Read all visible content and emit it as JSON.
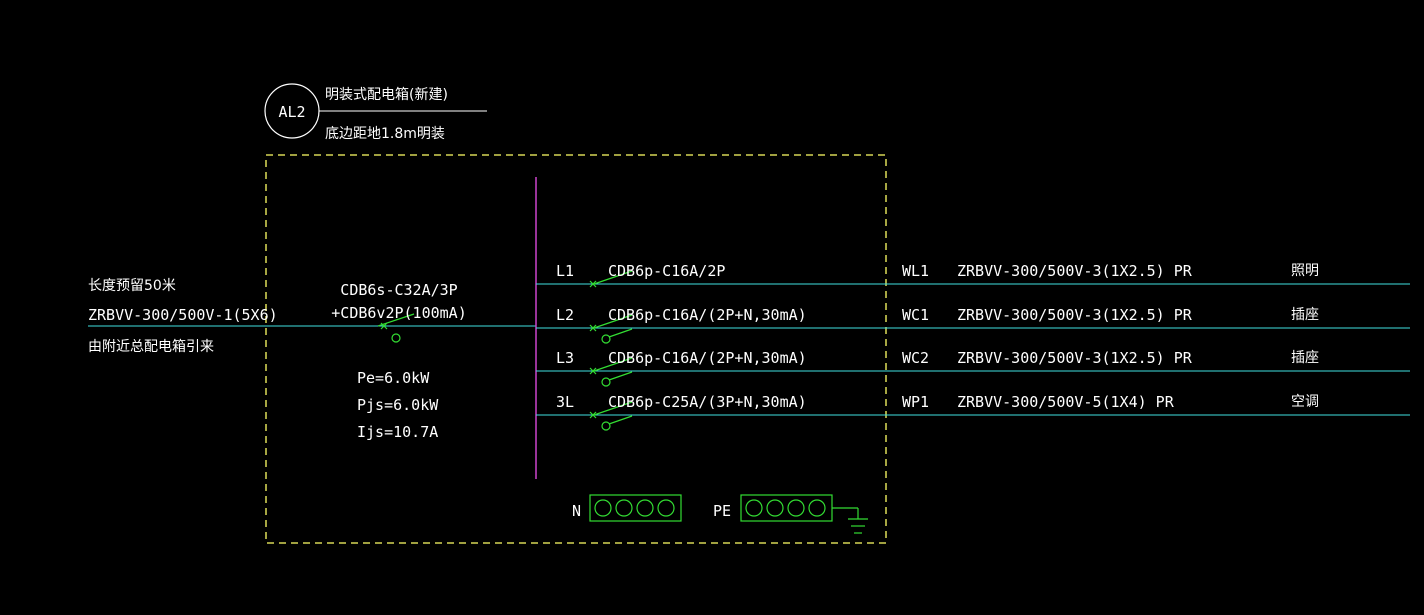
{
  "colors": {
    "background": "#000000",
    "text": "#ffffff",
    "frame": "#ffff66",
    "line": "#40e0e0",
    "bus": "#cc44cc",
    "breaker": "#33dd33",
    "terminal": "#33dd33"
  },
  "panel": {
    "id": "AL2",
    "type": "明装式配电箱(新建)",
    "mounting": "底边距地1.8m明装"
  },
  "incoming": {
    "length": "长度预留50米",
    "cable": "ZRBVV-300/500V-1(5X6)",
    "source": "由附近总配电箱引来",
    "breaker_line1": "CDB6s-C32A/3P",
    "breaker_line2": "+CDB6v2P(100mA)",
    "pe": "Pe=6.0kW",
    "pjs": "Pjs=6.0kW",
    "ijs": "Ijs=10.7A"
  },
  "circuits": [
    {
      "phase": "L1",
      "breaker": "CDB6p-C16A/2P",
      "id": "WL1",
      "cable": "ZRBVV-300/500V-3(1X2.5) PR",
      "use": "照明"
    },
    {
      "phase": "L2",
      "breaker": "CDB6p-C16A/(2P+N,30mA)",
      "id": "WC1",
      "cable": "ZRBVV-300/500V-3(1X2.5) PR",
      "use": "插座"
    },
    {
      "phase": "L3",
      "breaker": "CDB6p-C16A/(2P+N,30mA)",
      "id": "WC2",
      "cable": "ZRBVV-300/500V-3(1X2.5) PR",
      "use": "插座"
    },
    {
      "phase": "3L",
      "breaker": "CDB6p-C25A/(3P+N,30mA)",
      "id": "WP1",
      "cable": "ZRBVV-300/500V-5(1X4) PR",
      "use": "空调"
    }
  ],
  "terminals": {
    "n_label": "N",
    "pe_label": "PE"
  }
}
